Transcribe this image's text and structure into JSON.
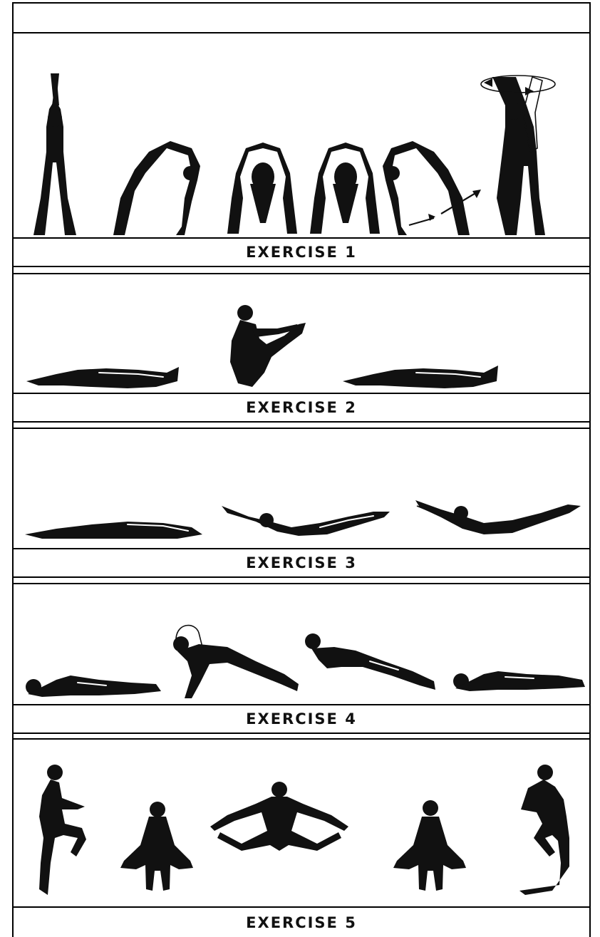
{
  "sections": [
    {
      "label": "EXERCISE 1"
    },
    {
      "label": "EXERCISE 2"
    },
    {
      "label": "EXERCISE 3"
    },
    {
      "label": "EXERCISE 4"
    },
    {
      "label": "EXERCISE 5"
    }
  ],
  "colors": {
    "ink": "#111111",
    "paper": "#ffffff"
  }
}
